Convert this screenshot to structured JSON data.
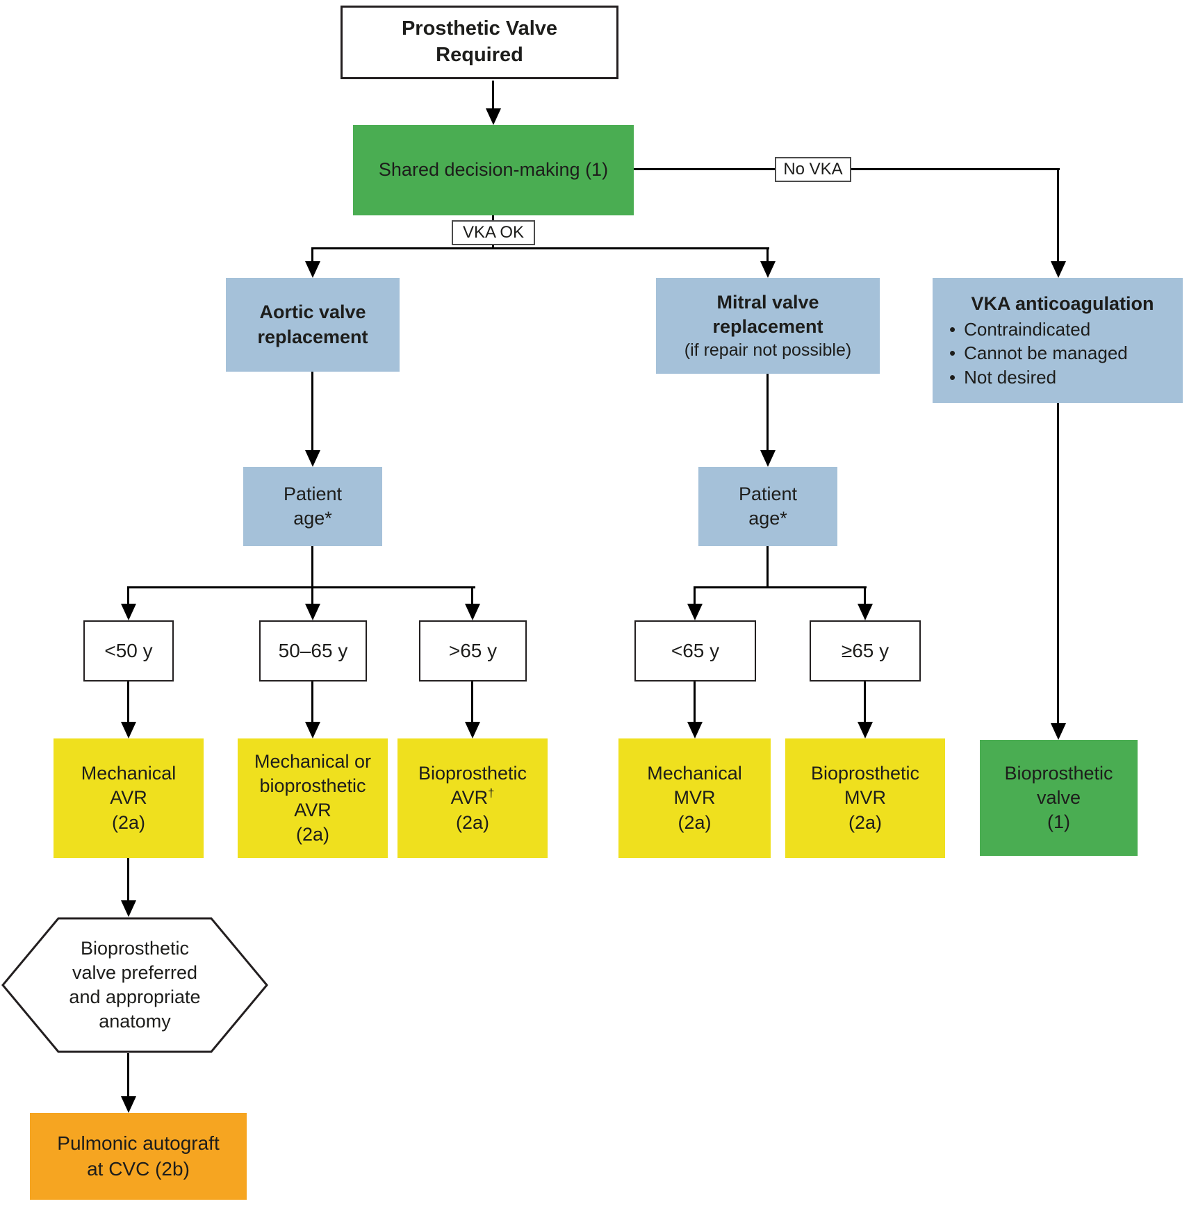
{
  "colors": {
    "green": "#4aad52",
    "blue": "#a5c1d9",
    "yellow": "#efe01e",
    "orange": "#f6a521",
    "text": "#1d1d1b"
  },
  "nodes": {
    "root": {
      "label": "Prosthetic Valve\nRequired"
    },
    "shared": {
      "label": "Shared decision-making (1)"
    },
    "aortic": {
      "label": "Aortic valve\nreplacement"
    },
    "mitral": {
      "title": "Mitral valve\nreplacement",
      "subtitle": "(if repair not possible)"
    },
    "vka_box": {
      "title": "VKA anticoagulation",
      "bullet_char": "•",
      "bullets": [
        "Contraindicated",
        "Cannot be managed",
        "Not desired"
      ]
    },
    "age_aortic": {
      "label": "Patient\nage*"
    },
    "age_mitral": {
      "label": "Patient\nage*"
    },
    "ages": [
      "<50 y",
      "50–65 y",
      ">65 y",
      "<65 y",
      "≥65 y"
    ],
    "mech_avr": {
      "label": "Mechanical\nAVR\n(2a)"
    },
    "mech_bio_avr": {
      "label": "Mechanical or\nbioprosthetic\nAVR\n(2a)"
    },
    "bio_avr": {
      "line1": "Bioprosthetic",
      "line2": "AVR",
      "sup": "†",
      "line3": "(2a)"
    },
    "mech_mvr": {
      "label": "Mechanical\nMVR\n(2a)"
    },
    "bio_mvr": {
      "label": "Bioprosthetic\nMVR\n(2a)"
    },
    "bio_valve": {
      "label": "Bioprosthetic\nvalve\n(1)"
    },
    "hexagon": {
      "label": "Bioprosthetic\nvalve preferred\nand appropriate\nanatomy"
    },
    "pulmonic": {
      "label": "Pulmonic autograft\nat CVC (2b)"
    }
  },
  "edge_labels": {
    "no_vka": "No VKA",
    "vka_ok": "VKA OK"
  }
}
